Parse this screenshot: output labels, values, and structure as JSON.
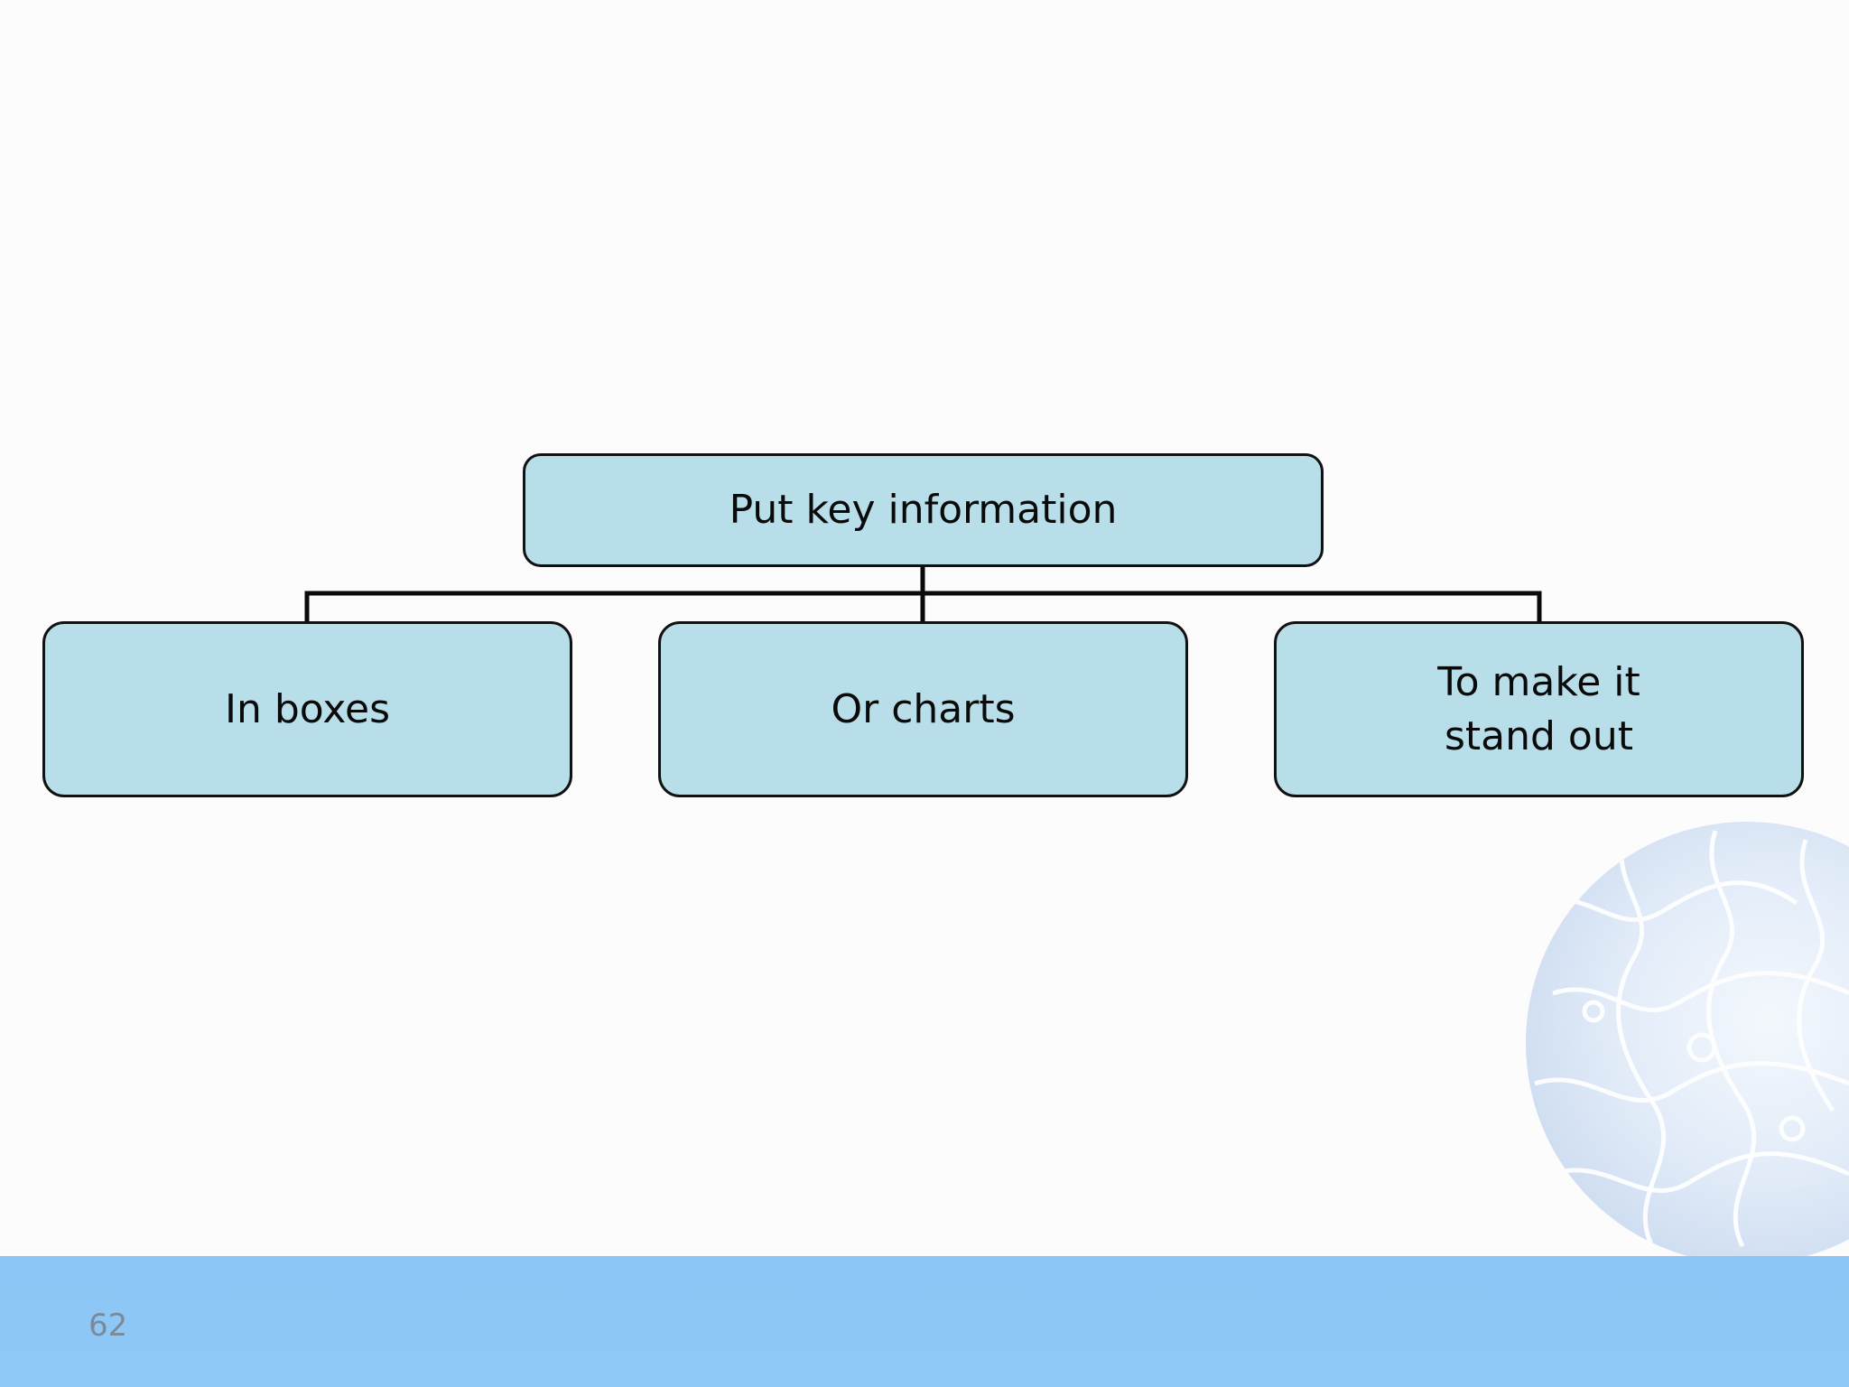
{
  "diagram": {
    "root": {
      "label": "Put key information"
    },
    "children": [
      {
        "label": "In boxes"
      },
      {
        "label": "Or charts"
      },
      {
        "label": "To make it\nstand out"
      }
    ]
  },
  "footer": {
    "page_number": "62"
  },
  "colors": {
    "box_fill": "#b8dee9",
    "box_border": "#111111",
    "footer_band": "#8cc6f6",
    "page_number": "#7a8a99"
  },
  "decoration": {
    "globe_icon": "puzzle-globe-icon"
  }
}
